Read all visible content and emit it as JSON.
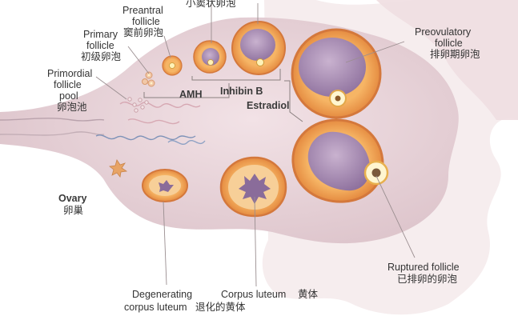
{
  "diagram": {
    "labels": {
      "antral_cn": "小窦状卵泡",
      "preantral_en_1": "Preantral",
      "preantral_en_2": "follicle",
      "preantral_cn": "窦前卵泡",
      "primary_en_1": "Primary",
      "primary_en_2": "follicle",
      "primary_cn": "初级卵泡",
      "primordial_en_1": "Primordial",
      "primordial_en_2": "follicle",
      "primordial_en_3": "pool",
      "primordial_cn": "卵泡池",
      "amh": "AMH",
      "inhibin": "Inhibin B",
      "estradiol": "Estradiol",
      "preovulatory_en_1": "Preovulatory",
      "preovulatory_en_2": "follicle",
      "preovulatory_cn": "排卵期卵泡",
      "ovary_en": "Ovary",
      "ovary_cn": "卵巢",
      "ruptured_en": "Ruptured follicle",
      "ruptured_cn": "已排卵的卵泡",
      "degenerating_en_1": "Degenerating",
      "degenerating_en_2": "corpus luteum",
      "degenerating_cn": "退化的黄体",
      "corpus_en": "Corpus luteum",
      "corpus_cn": "黄体"
    },
    "colors": {
      "ovary_fill": "#ead7dc",
      "background_tissue": "#f3e6e8",
      "follicle_orange": "#f0a04a",
      "follicle_orange_dark": "#d9773a",
      "antrum_purple": "#9a7fa8",
      "antrum_purple_light": "#c4a9c8",
      "oocyte_yellow": "#ffe27a",
      "corpus_luteum": "#f6c98f",
      "leader_line": "#9a8e90",
      "text": "#333333"
    }
  }
}
